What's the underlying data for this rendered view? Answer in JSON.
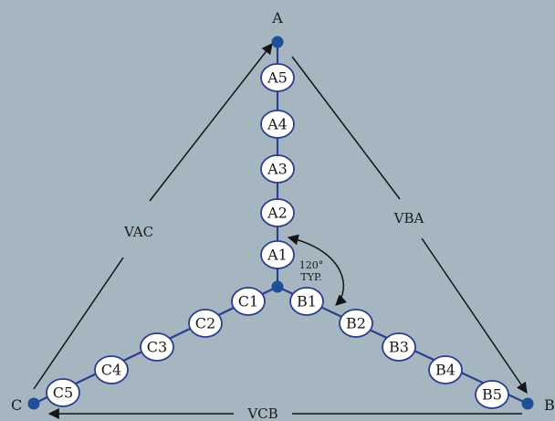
{
  "background": "#a5b6c0",
  "colors": {
    "wire": "#2c3e8c",
    "node": "#1f4f96",
    "arrow": "#141414"
  },
  "terminals": {
    "a": "A",
    "b": "B",
    "c": "C"
  },
  "voltages": {
    "ba": "VBA",
    "ac": "VAC",
    "cb": "VCB"
  },
  "cells": {
    "a": [
      "A5",
      "A4",
      "A3",
      "A2",
      "A1"
    ],
    "b": [
      "B1",
      "B2",
      "B3",
      "B4",
      "B5"
    ],
    "c": [
      "C1",
      "C2",
      "C3",
      "C4",
      "C5"
    ]
  },
  "angle": {
    "line1": "120°",
    "line2": "TYP."
  }
}
